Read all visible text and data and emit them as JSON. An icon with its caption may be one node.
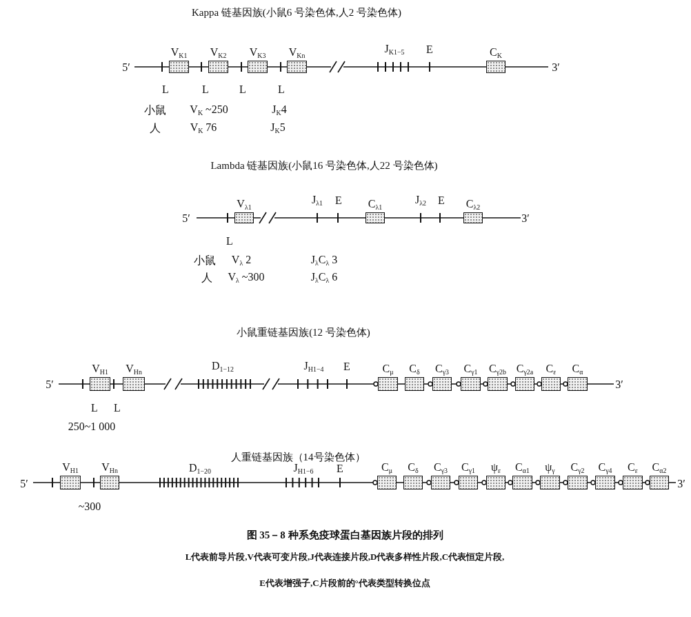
{
  "diagram": {
    "caption": "图 35－8 种系免疫球蛋白基因族片段的排列",
    "nodes": [
      {
        "text": [
          "V$_{K1}$"
        ]
      },
      {
        "text": [
          "V$_{K2}$"
        ]
      },
      {
        "text": [
          "V$_{K3}$"
        ]
      },
      {
        "text": [
          "V$_{Kn}$"
        ]
      },
      {
        "text": [
          "C$_{K}$"
        ]
      },
      {
        "text": [
          "V$_{λ1}$"
        ]
      },
      {
        "text": [
          "C$_{λ1}$"
        ]
      },
      {
        "text": [
          "C$_{λ2}$"
        ]
      },
      {
        "text": [
          "V$_{H1}$"
        ]
      },
      {
        "text": [
          "V$_{Hn}$"
        ]
      },
      {
        "text": [
          "C$_{μ}$"
        ]
      },
      {
        "text": [
          "C$_{δ}$"
        ]
      },
      {
        "text": [
          "C$_{γ3}$"
        ]
      },
      {
        "text": [
          "C$_{γ1}$"
        ]
      },
      {
        "text": [
          "C$_{γ2b}$"
        ]
      },
      {
        "text": [
          "C$_{γ2a}$"
        ]
      },
      {
        "text": [
          "C$_{ε}$"
        ]
      },
      {
        "text": [
          "C$_{α}$"
        ]
      },
      {
        "text": [
          "V$_{H1}$"
        ]
      },
      {
        "text": [
          "V$_{Hn}$"
        ]
      },
      {
        "text": [
          "C$_{μ}$"
        ]
      },
      {
        "text": [
          "C$_{δ}$"
        ]
      },
      {
        "text": [
          "C$_{γ3}$"
        ]
      },
      {
        "text": [
          "C$_{γ1}$"
        ]
      },
      {
        "text": [
          "ψ$_{ε}$"
        ]
      },
      {
        "text": [
          "C$_{α1}$"
        ]
      },
      {
        "text": [
          "ψ$_{γ}$"
        ]
      },
      {
        "text": [
          "C$_{γ2}$"
        ]
      },
      {
        "text": [
          "C$_{γ4}$"
        ]
      },
      {
        "text": [
          "C$_{ε}$"
        ]
      },
      {
        "text": [
          "C$_{α2}$"
        ]
      }
    ],
    "labels": [
      "Kappa 链基因族(小鼠6 号染色体,人2 号染色体)",
      "J$_{K1−5}$",
      "E",
      "5′",
      "3′",
      "L",
      "L",
      "L",
      "L",
      "小鼠",
      "V$_{K}$ ~250",
      "J$_{K}$4",
      "人",
      "V$_{K}$ 76",
      "J$_{K}$5",
      "Lambda 链基因族(小鼠16 号染色体,人22 号染色体)",
      "J$_{λ1}$",
      "E",
      "J$_{λ2}$",
      "E",
      "5′",
      "3′",
      "L",
      "小鼠",
      "V$_{λ}$ 2",
      "J$_{λ}$C$_{λ}$ 3",
      "人",
      "V$_{λ}$ ~300",
      "J$_{λ}$C$_{λ}$ 6",
      "小鼠重链基因族(12 号染色体)",
      "D$_{1−12}$",
      "J$_{H1−4}$",
      "E",
      "5′",
      "3′",
      "L",
      "L",
      "250~1 000",
      "人重链基因族（14号染色体）",
      "D$_{1−20}$",
      "J$_{H1−6}$",
      "E",
      "5′",
      "3′",
      "~300",
      "L代表前导片段,V代表可变片段,J代表连接片段,D代表多样性片段,C代表恒定片段,",
      "E代表增强子,C片段前的°代表类型转换位点"
    ]
  }
}
